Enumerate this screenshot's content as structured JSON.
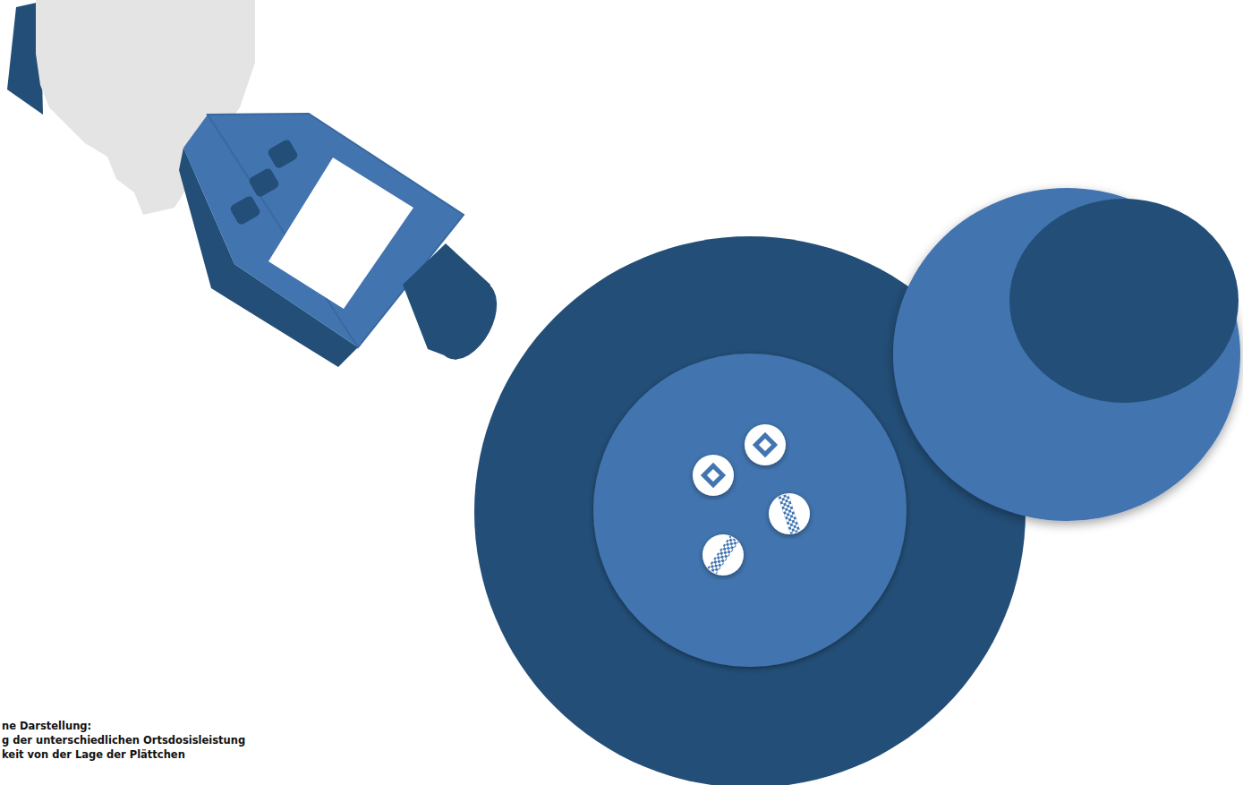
{
  "diagram": {
    "labels": [
      "ne Darstellung:",
      "g der unterschiedlichen Ortsdosisleistung",
      "keit von der Lage der Plättchen"
    ]
  }
}
